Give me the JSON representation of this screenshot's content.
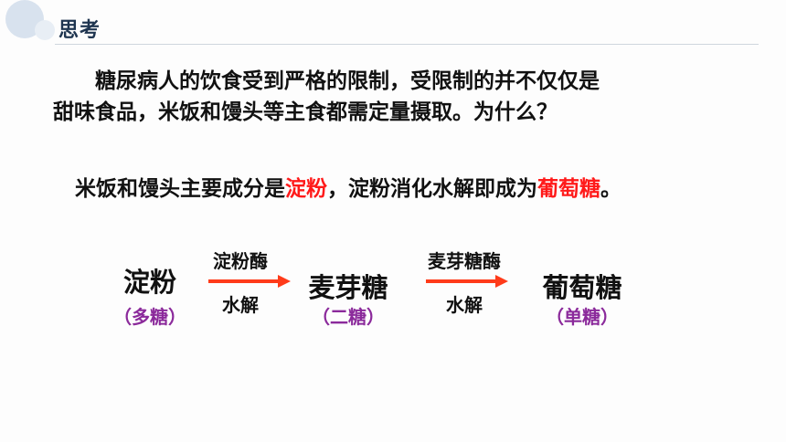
{
  "header": {
    "title": "思考"
  },
  "question": {
    "line1": "糖尿病人的饮食受到严格的限制，受限制的并不仅仅是",
    "line2": "甜味食品，米饭和馒头等主食都需定量摄取。为什么？"
  },
  "answer": {
    "part1": "米饭和馒头主要成分是",
    "highlight1": "淀粉",
    "part2": "，淀粉消化水解即成为",
    "highlight2": "葡萄糖",
    "part3": "。"
  },
  "diagram": {
    "nodes": [
      {
        "name": "淀粉",
        "type": "（多糖）"
      },
      {
        "name": "麦芽糖",
        "type": "（二糖）"
      },
      {
        "name": "葡萄糖",
        "type": "（单糖）"
      }
    ],
    "arrows": [
      {
        "enzyme": "淀粉酶",
        "process": "水解"
      },
      {
        "enzyme": "麦芽糖酶",
        "process": "水解"
      }
    ]
  },
  "colors": {
    "highlight": "#ff1a1a",
    "sugar_type": "#8b2a9b",
    "arrow": "#ff3b1a"
  }
}
